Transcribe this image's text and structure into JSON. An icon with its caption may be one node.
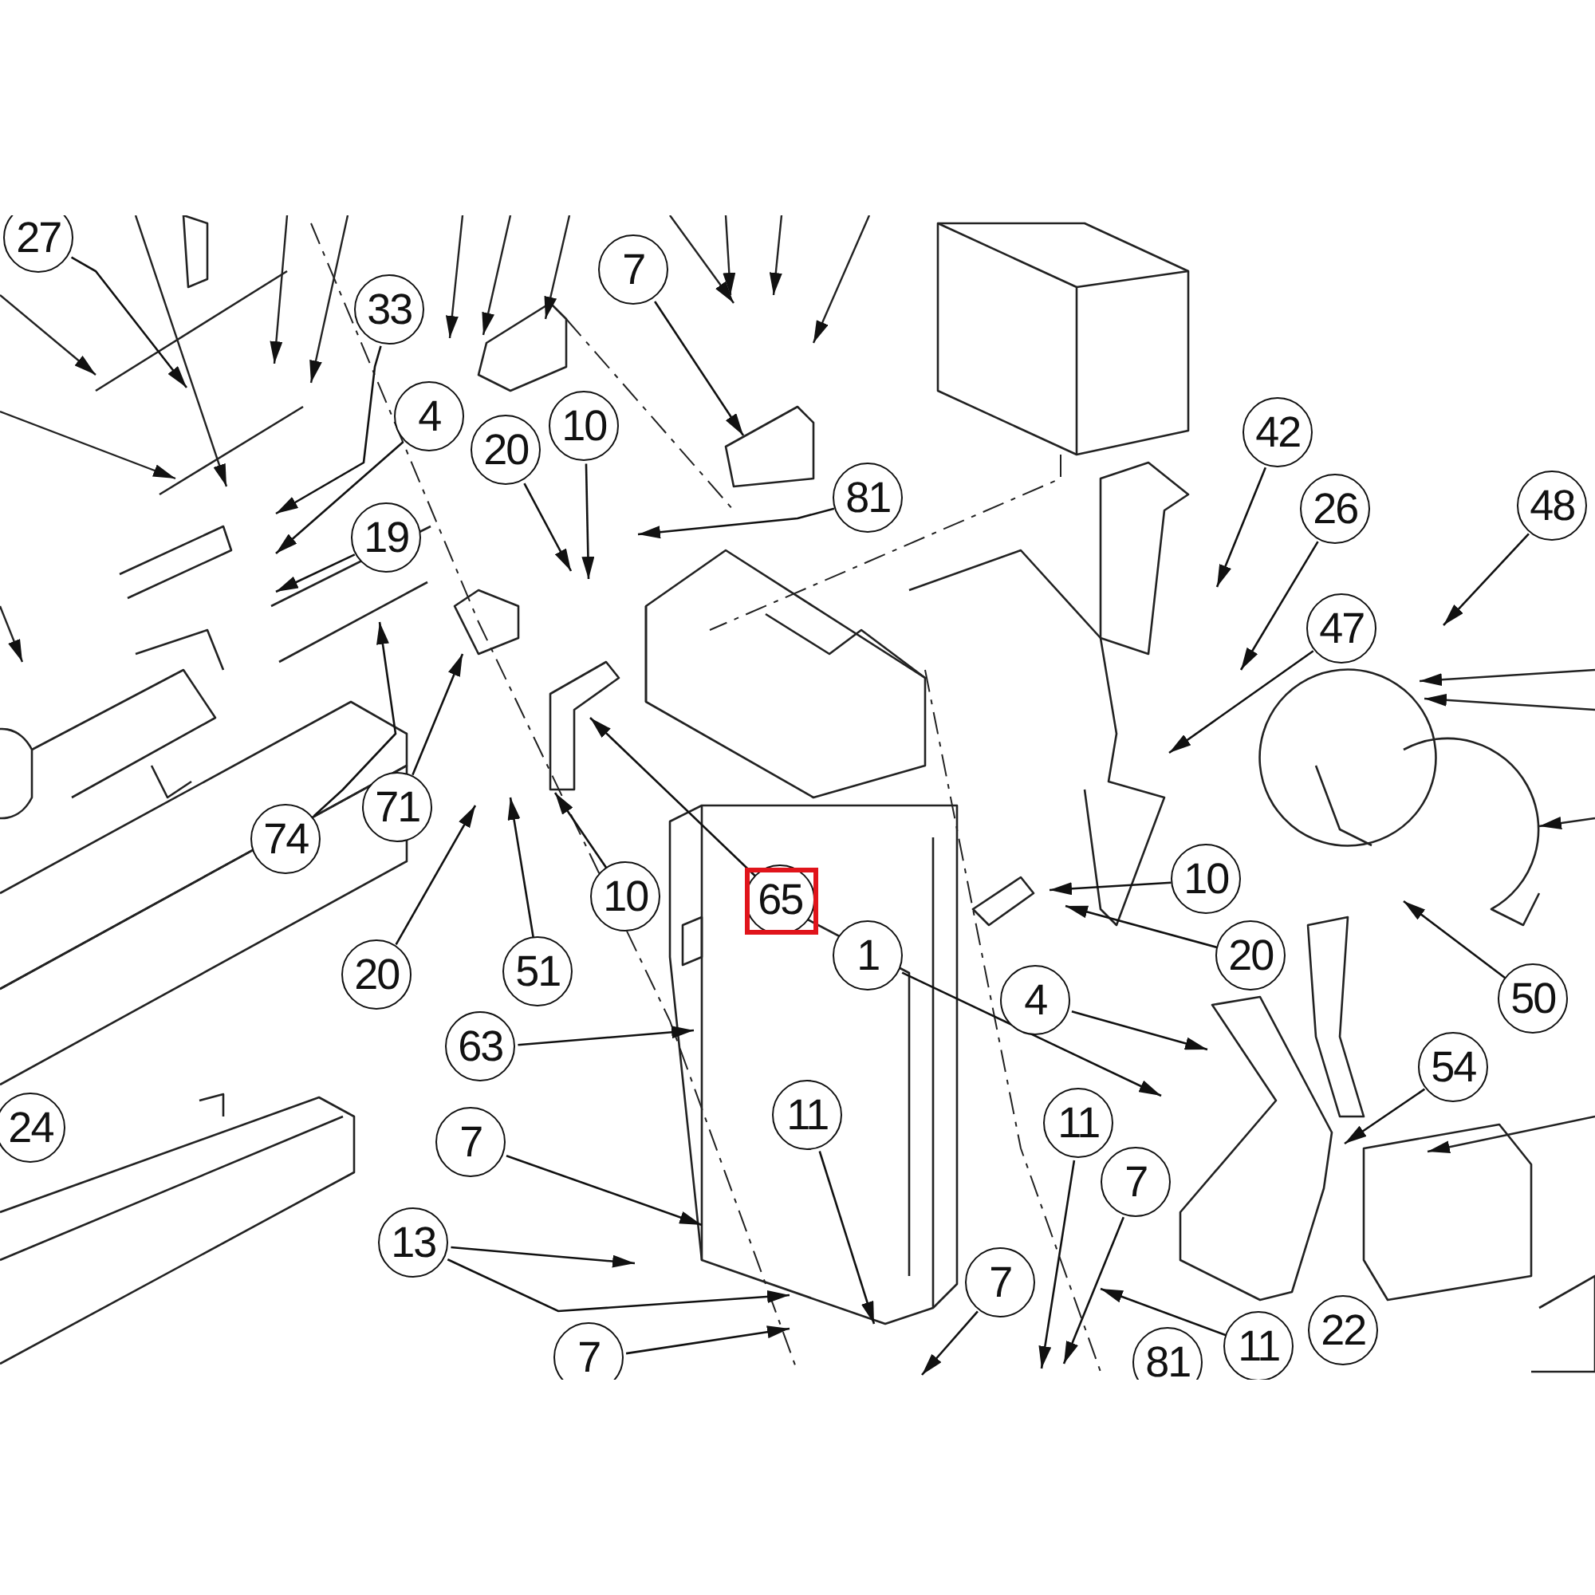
{
  "diagram": {
    "nodes": [
      {
        "text": [
          "27"
        ]
      },
      {
        "text": [
          "33"
        ]
      },
      {
        "text": [
          "4"
        ]
      },
      {
        "text": [
          "20"
        ]
      },
      {
        "text": [
          "10"
        ]
      },
      {
        "text": [
          "19"
        ]
      },
      {
        "text": [
          "7"
        ]
      },
      {
        "text": [
          "81"
        ]
      },
      {
        "text": [
          "42"
        ]
      },
      {
        "text": [
          "26"
        ]
      },
      {
        "text": [
          "48"
        ]
      },
      {
        "text": [
          "47"
        ]
      },
      {
        "text": [
          "71"
        ]
      },
      {
        "text": [
          "74"
        ]
      },
      {
        "text": [
          "10"
        ]
      },
      {
        "text": [
          "20"
        ]
      },
      {
        "text": [
          "51"
        ]
      },
      {
        "text": [
          "65"
        ]
      },
      {
        "text": [
          "1"
        ]
      },
      {
        "text": [
          "10"
        ]
      },
      {
        "text": [
          "20"
        ]
      },
      {
        "text": [
          "4"
        ]
      },
      {
        "text": [
          "50"
        ]
      },
      {
        "text": [
          "63"
        ]
      },
      {
        "text": [
          "24"
        ]
      },
      {
        "text": [
          "54"
        ]
      },
      {
        "text": [
          "11"
        ]
      },
      {
        "text": [
          "11"
        ]
      },
      {
        "text": [
          "7"
        ]
      },
      {
        "text": [
          "7"
        ]
      },
      {
        "text": [
          "13"
        ]
      },
      {
        "text": [
          "7"
        ]
      },
      {
        "text": [
          "7"
        ]
      },
      {
        "text": [
          "11"
        ]
      },
      {
        "text": [
          "22"
        ]
      },
      {
        "text": [
          "81"
        ]
      }
    ],
    "edges": [
      {
        "from": 0,
        "to": null,
        "arrow": "to"
      },
      {
        "from": 1,
        "to": null,
        "arrow": "to"
      },
      {
        "from": 2,
        "to": null,
        "arrow": "to"
      },
      {
        "from": 3,
        "to": null,
        "arrow": "to"
      },
      {
        "from": 4,
        "to": null,
        "arrow": "to"
      },
      {
        "from": 5,
        "to": null,
        "arrow": "to"
      },
      {
        "from": 6,
        "to": null,
        "arrow": "to"
      },
      {
        "from": 7,
        "to": null,
        "arrow": "to"
      },
      {
        "from": 8,
        "to": null,
        "arrow": "to"
      },
      {
        "from": 9,
        "to": null,
        "arrow": "to"
      },
      {
        "from": 10,
        "to": null,
        "arrow": "to"
      },
      {
        "from": 11,
        "to": null,
        "arrow": "to"
      },
      {
        "from": 12,
        "to": null,
        "arrow": "to"
      },
      {
        "from": 13,
        "to": null,
        "arrow": "to"
      },
      {
        "from": 14,
        "to": null,
        "arrow": "to"
      },
      {
        "from": 15,
        "to": null,
        "arrow": "to"
      },
      {
        "from": 16,
        "to": null,
        "arrow": "to"
      },
      {
        "from": 17,
        "to": null,
        "arrow": "to"
      },
      {
        "from": 18,
        "to": null,
        "arrow": "to"
      },
      {
        "from": 19,
        "to": null,
        "arrow": "to"
      },
      {
        "from": 20,
        "to": null,
        "arrow": "to"
      },
      {
        "from": 21,
        "to": null,
        "arrow": "to"
      },
      {
        "from": 22,
        "to": null,
        "arrow": "to"
      },
      {
        "from": 23,
        "to": null,
        "arrow": "to"
      },
      {
        "from": 25,
        "to": null,
        "arrow": "to"
      },
      {
        "from": 26,
        "to": null,
        "arrow": "to"
      },
      {
        "from": 27,
        "to": null,
        "arrow": "to"
      },
      {
        "from": 28,
        "to": null,
        "arrow": "to"
      },
      {
        "from": 29,
        "to": null,
        "arrow": "to"
      },
      {
        "from": 30,
        "to": null,
        "arrow": "to"
      },
      {
        "from": 30,
        "to": null,
        "arrow": "to"
      },
      {
        "from": 31,
        "to": null,
        "arrow": "to"
      },
      {
        "from": 32,
        "to": null,
        "arrow": "to"
      },
      {
        "from": 33,
        "to": null,
        "arrow": "to"
      }
    ]
  }
}
